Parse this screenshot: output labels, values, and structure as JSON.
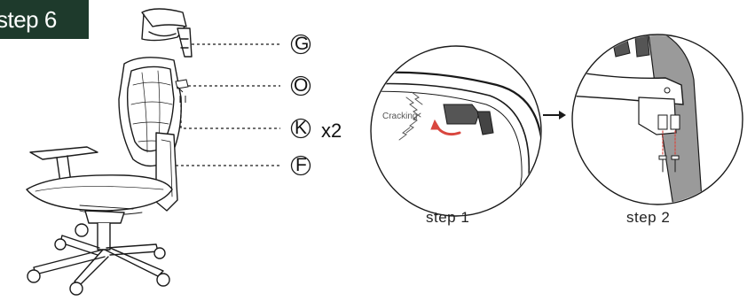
{
  "header": {
    "step_title": "step 6"
  },
  "parts": {
    "g": {
      "letter": "G"
    },
    "o": {
      "letter": "O"
    },
    "k": {
      "letter": "K",
      "quantity": "x2"
    },
    "f": {
      "letter": "F"
    }
  },
  "detail_1": {
    "caption": "step 1",
    "note": "Cracking"
  },
  "detail_2": {
    "caption": "step 2"
  },
  "colors": {
    "badge": "#1e3a2c",
    "arrow_accent": "#d9473f",
    "line": "#1a1a1a",
    "backrest": "#9a9a9a"
  }
}
